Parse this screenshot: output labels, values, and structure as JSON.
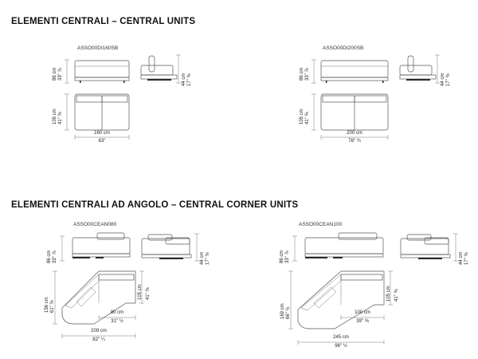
{
  "sections": [
    {
      "title": "ELEMENTI CENTRALI – CENTRAL UNITS"
    },
    {
      "title": "ELEMENTI CENTRALI AD ANGOLO – CENTRAL CORNER UNITS"
    }
  ],
  "units": [
    {
      "code": "ASSO00DI160SB",
      "height_cm": "86 cm",
      "height_in": "33\" ⅞",
      "seat_cm": "44 cm",
      "seat_in": "17\" ⅜",
      "depth_cm": "105 cm",
      "depth_in": "41\" ⅜",
      "width_cm": "160 cm",
      "width_in": "63\""
    },
    {
      "code": "ASSO00DI200SB",
      "height_cm": "86 cm",
      "height_in": "33\" ⅞",
      "seat_cm": "44 cm",
      "seat_in": "17\" ⅜",
      "depth_cm": "105 cm",
      "depth_in": "41\" ⅜",
      "width_cm": "200 cm",
      "width_in": "78\" ¾"
    },
    {
      "code": "ASSO00CEAN080",
      "height_cm": "86 cm",
      "height_in": "33\" ⅞",
      "seat_cm": "44 cm",
      "seat_in": "17\" ⅜",
      "side_depth_cm": "105 cm",
      "side_depth_in": "41\" ⅜",
      "plan_depth_cm": "156 cm",
      "plan_depth_in": "61\" ⅜",
      "inner_cm": "80 cm",
      "inner_in": "31\" ½",
      "width_cm": "209 cm",
      "width_in": "82\" ¼"
    },
    {
      "code": "ASSO00CEAN100",
      "height_cm": "86 cm",
      "height_in": "33\" ⅞",
      "seat_cm": "44 cm",
      "seat_in": "17\" ⅜",
      "side_depth_cm": "105 cm",
      "side_depth_in": "41\" ⅜",
      "plan_depth_cm": "169 cm",
      "plan_depth_in": "66\" ½",
      "inner_cm": "100 cm",
      "inner_in": "39\" ⅜",
      "width_cm": "245 cm",
      "width_in": "96\" ½"
    }
  ]
}
